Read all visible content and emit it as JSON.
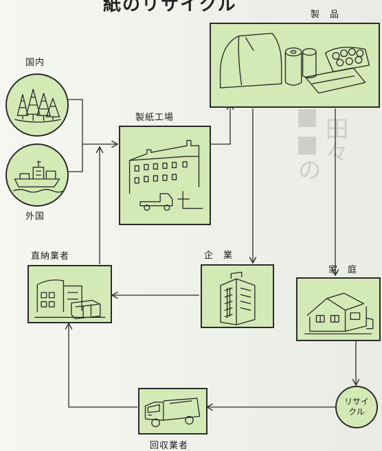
{
  "title": "紙のリサイクル",
  "nodes": {
    "domestic": "国内",
    "foreign": "外国",
    "paper_mill": "製紙工場",
    "products": "製　品",
    "companies": "企　業",
    "households": "家　庭",
    "direct_dealer": "直納業者",
    "collector": "回収業者",
    "recycle_line1": "リサイ",
    "recycle_line2": "クル"
  },
  "colors": {
    "node_fill": "#d4eab6",
    "stroke": "#2a2a2a"
  }
}
